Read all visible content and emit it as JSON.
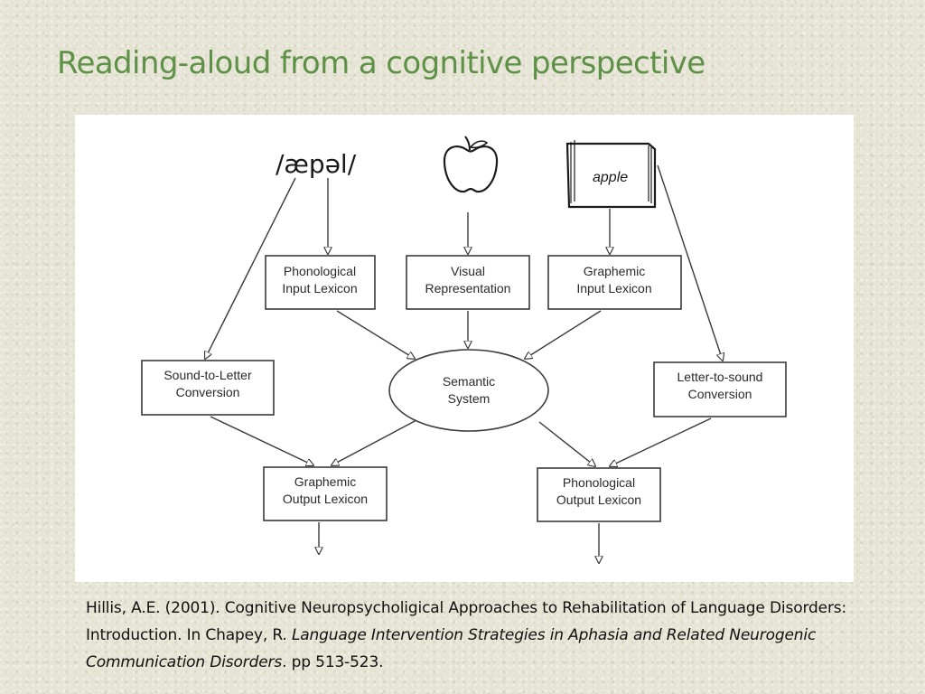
{
  "slide": {
    "title": "Reading-aloud from a cognitive perspective",
    "title_color": "#5e9147"
  },
  "diagram": {
    "inputs": {
      "spoken_word": "/æpəl/",
      "picture_icon": "apple-icon",
      "book_icon": "open-book-icon",
      "written_word": "apple"
    },
    "nodes": {
      "phonological_input_lexicon": [
        "Phonological",
        "Input Lexicon"
      ],
      "visual_representation": [
        "Visual",
        "Representation"
      ],
      "graphemic_input_lexicon": [
        "Graphemic",
        "Input Lexicon"
      ],
      "sound_to_letter": [
        "Sound-to-Letter",
        "Conversion"
      ],
      "semantic_system": [
        "Semantic",
        "System"
      ],
      "letter_to_sound": [
        "Letter-to-sound",
        "Conversion"
      ],
      "graphemic_output_lexicon": [
        "Graphemic",
        "Output Lexicon"
      ],
      "phonological_output_lexicon": [
        "Phonological",
        "Output Lexicon"
      ]
    }
  },
  "citation": {
    "lead": "Hillis, A.E. (2001). Cognitive Neuropsycholigical Approaches to Rehabilitation of Language Disorders: Introduction. In Chapey, R. ",
    "book_title": "Language Intervention Strategies in Aphasia and Related Neurogenic Communication Disorders",
    "tail": ". pp 513-523."
  }
}
